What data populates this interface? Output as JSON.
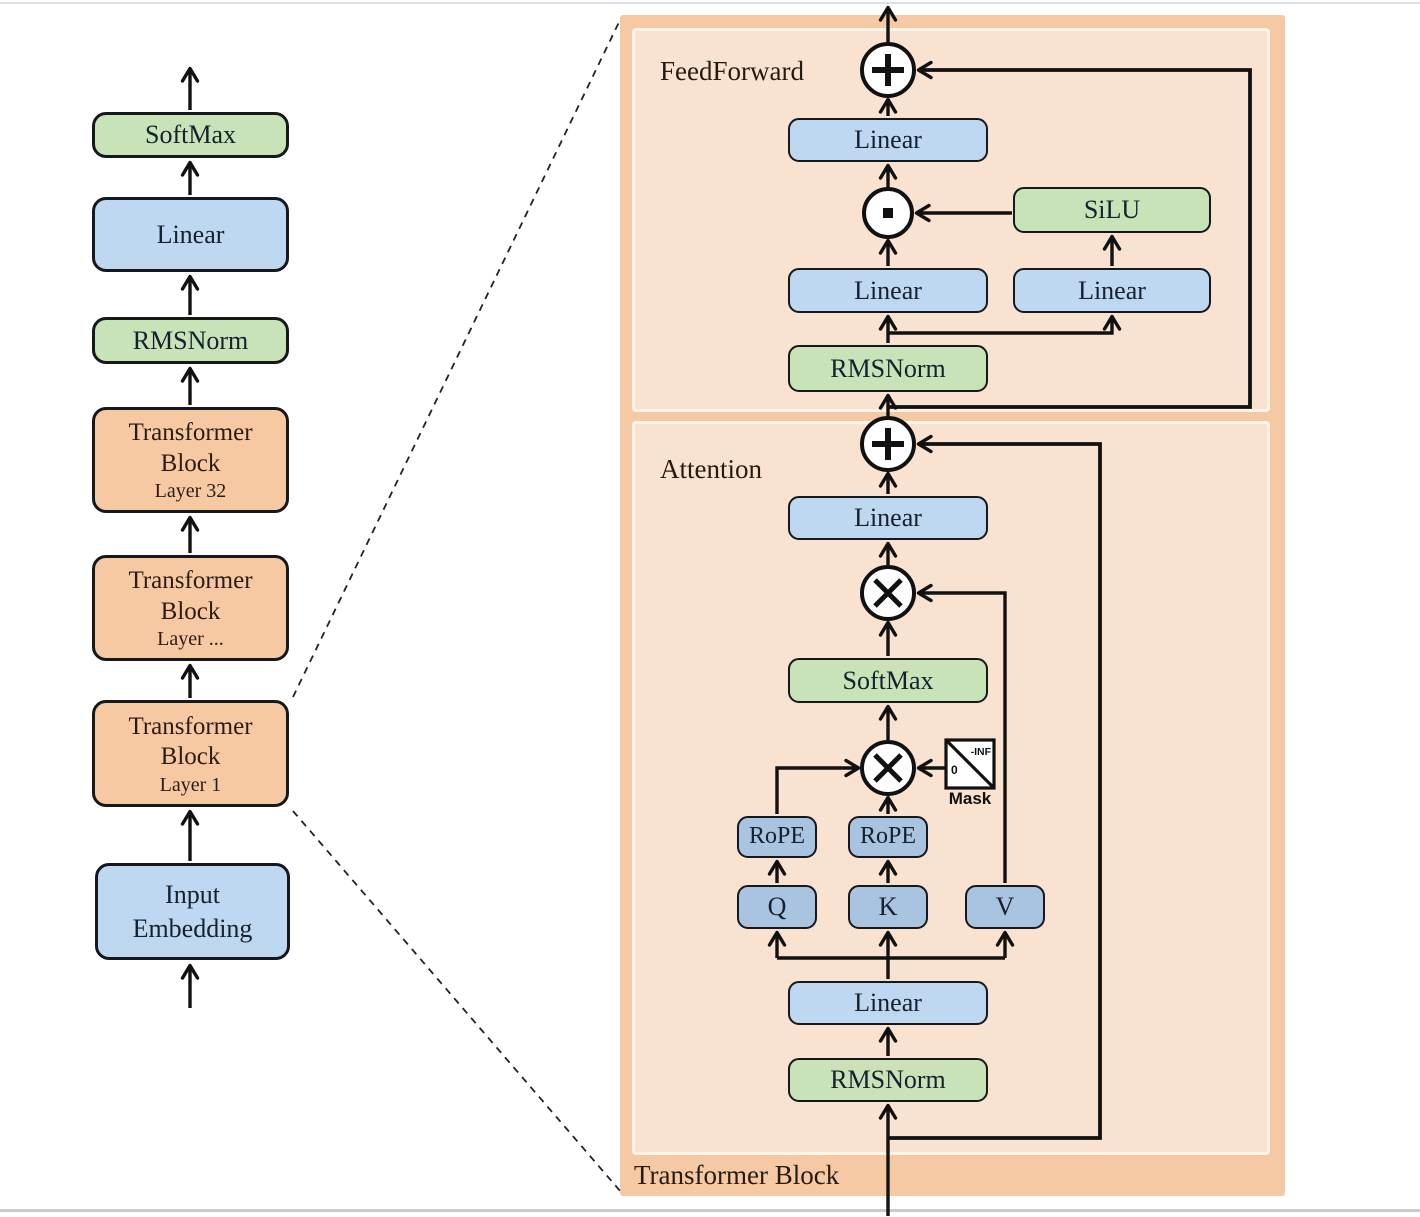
{
  "figure": {
    "description_title": "Transformer / LLaMA architecture diagram",
    "colors": {
      "outer_panel": "#f4c9a3",
      "inner_panel": "#fae2d1",
      "inner_panel_border": "#fdf3e9",
      "blue_box": "#bdd8f0",
      "steel_blue_box": "#a9c4e1",
      "green_box": "#c8e3b8",
      "orange_box": "#f7c9a3",
      "wire": "#111111",
      "box_border": "#15181c",
      "background": "#ffffff"
    }
  },
  "left_pipeline": {
    "softmax_label": "SoftMax",
    "linear_label": "Linear",
    "rmsnorm_label": "RMSNorm",
    "transformer_blocks": [
      {
        "title": "Transformer Block",
        "subtitle": "Layer 32"
      },
      {
        "title": "Transformer Block",
        "subtitle": "Layer ..."
      },
      {
        "title": "Transformer Block",
        "subtitle": "Layer 1"
      }
    ],
    "input_embedding_label": "Input Embedding"
  },
  "detail_panel": {
    "title": "Transformer Block",
    "feedforward": {
      "section_label": "FeedForward",
      "output_linear_label": "Linear",
      "silu_label": "SiLU",
      "down_linear_label": "Linear",
      "gate_linear_label": "Linear",
      "rmsnorm_label": "RMSNorm"
    },
    "attention": {
      "section_label": "Attention",
      "output_linear_label": "Linear",
      "softmax_label": "SoftMax",
      "mask_label": "Mask",
      "mask_upper_value": "-INF",
      "mask_lower_value": "0",
      "rope_q_label": "RoPE",
      "rope_k_label": "RoPE",
      "q_label": "Q",
      "k_label": "K",
      "v_label": "V",
      "qkv_linear_label": "Linear",
      "rmsnorm_label": "RMSNorm"
    }
  }
}
